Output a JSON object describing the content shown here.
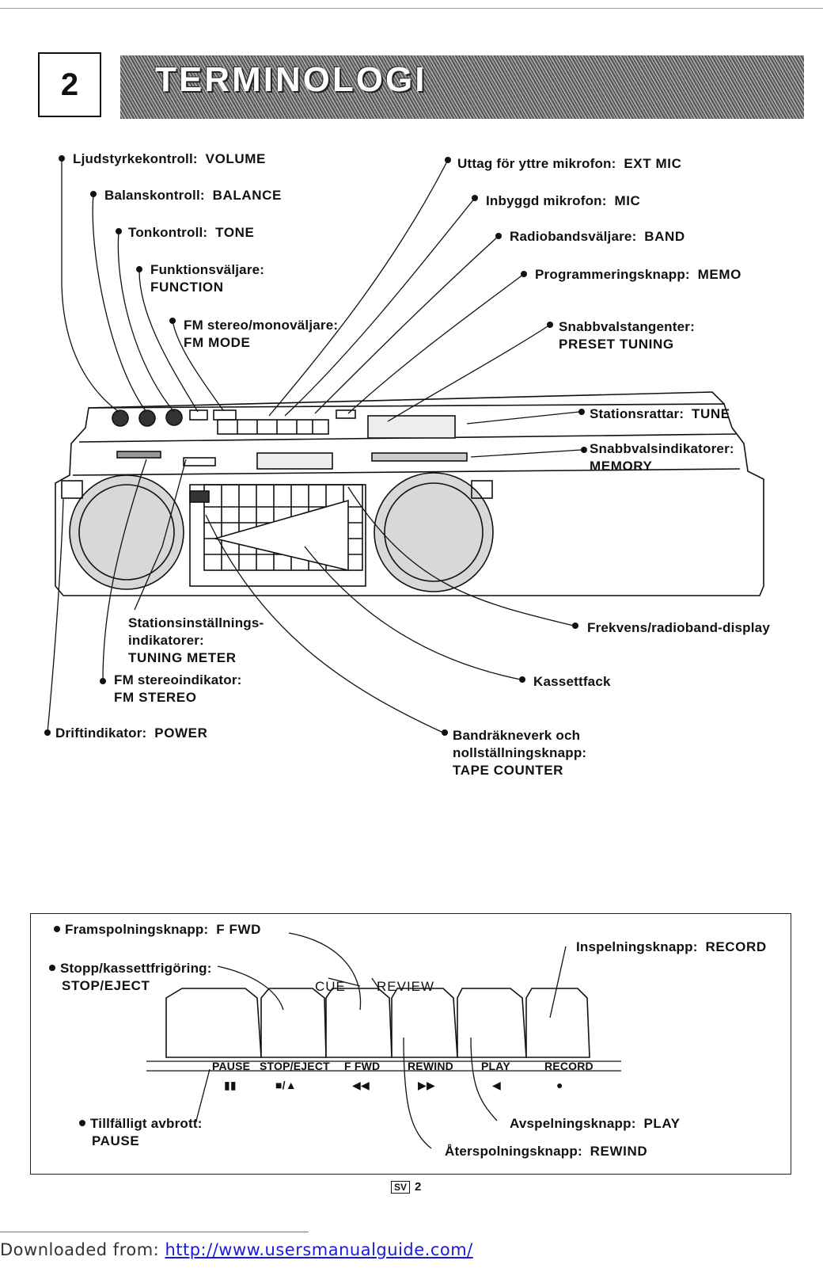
{
  "header": {
    "number": "2",
    "title": "TERMINOLOGI"
  },
  "callouts_left": [
    {
      "sv": "Ljudstyrkekontroll:",
      "en": "VOLUME"
    },
    {
      "sv": "Balanskontroll:",
      "en": "BALANCE"
    },
    {
      "sv": "Tonkontroll:",
      "en": "TONE"
    },
    {
      "sv": "Funktionsväljare:",
      "en": "FUNCTION"
    },
    {
      "sv": "FM stereo/monoväljare:",
      "en": "FM MODE"
    }
  ],
  "callouts_right": [
    {
      "sv": "Uttag för yttre mikrofon:",
      "en": "EXT MIC"
    },
    {
      "sv": "Inbyggd mikrofon:",
      "en": "MIC"
    },
    {
      "sv": "Radiobandsväljare:",
      "en": "BAND"
    },
    {
      "sv": "Programmeringsknapp:",
      "en": "MEMO"
    },
    {
      "sv": "Snabbvalstangenter:",
      "en": "PRESET TUNING"
    },
    {
      "sv": "Stationsrattar:",
      "en": "TUNE"
    },
    {
      "sv": "Snabbvalsindikatorer:",
      "en": "MEMORY"
    }
  ],
  "callouts_bottom": [
    {
      "sv": "Stationsinställnings-",
      "sv2": "indikatorer:",
      "en": "TUNING METER"
    },
    {
      "sv": "FM stereoindikator:",
      "en": "FM STEREO"
    },
    {
      "sv": "Driftindikator:",
      "en": "POWER"
    },
    {
      "sv": "Frekvens/radioband-display"
    },
    {
      "sv": "Kassettfack"
    },
    {
      "sv": "Bandräkneverk och",
      "sv2": "nollställningsknapp:",
      "en": "TAPE COUNTER"
    }
  ],
  "buttons_panel": {
    "ffwd": {
      "sv": "Framspolningsknapp:",
      "en": "F FWD"
    },
    "stop": {
      "sv": "Stopp/kassettfrigöring:",
      "en": "STOP/EJECT"
    },
    "record": {
      "sv": "Inspelningsknapp:",
      "en": "RECORD"
    },
    "pause": {
      "sv": "Tillfälligt avbrott:",
      "en": "PAUSE"
    },
    "play": {
      "sv": "Avspelningsknapp:",
      "en": "PLAY"
    },
    "rewind": {
      "sv": "Återspolningsknapp:",
      "en": "REWIND"
    },
    "cue": "CUE",
    "review": "REVIEW",
    "keys": [
      "PAUSE",
      "STOP/EJECT",
      "F FWD",
      "REWIND",
      "PLAY",
      "RECORD"
    ],
    "symbols": [
      "▮▮",
      "■/▲",
      "◀◀",
      "▶▶",
      "◀",
      "●"
    ]
  },
  "page_number": {
    "badge": "SV",
    "num": "2"
  },
  "footer": {
    "prefix": "Downloaded from: ",
    "link": "http://www.usersmanualguide.com/"
  }
}
